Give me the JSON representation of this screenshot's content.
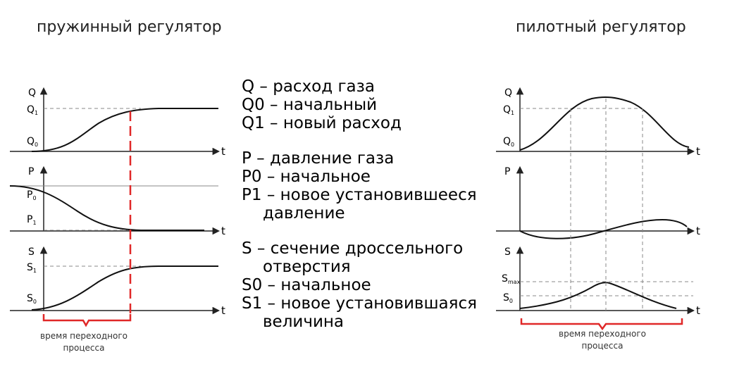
{
  "titles": {
    "left": "пружинный регулятор",
    "right": "пилотный регулятор"
  },
  "axes": {
    "Q": "Q",
    "P": "P",
    "S": "S",
    "t": "t",
    "Q1": "Q",
    "Q1_sub": "1",
    "Q0": "Q",
    "Q0_sub": "0",
    "P0": "P",
    "P0_sub": "0",
    "P1": "P",
    "P1_sub": "1",
    "S1": "S",
    "S1_sub": "1",
    "S0": "S",
    "S0_sub": "0",
    "Smax": "S",
    "Smax_sub": "max"
  },
  "legend": {
    "q": "Q – расход газа",
    "q0": "Q0 – начальный",
    "q1": "Q1 – новый расход",
    "p": "P – давление газа",
    "p0": "P0 – начальное",
    "p1": "P1 – новое установившееся",
    "p1_cont": "давление",
    "s": "S – сечение дроссельного",
    "s_cont": "отверстия",
    "s0": "S0 – начальное",
    "s1": "S1 – новое установившаяся",
    "s1_cont": "величина"
  },
  "captions": {
    "left_line1": "время переходного",
    "left_line2": "процесса",
    "right_line1": "время переходного",
    "right_line2": "процесса"
  },
  "colors": {
    "axis": "#222222",
    "curve": "#111111",
    "dashed": "#888888",
    "red": "#e02828"
  }
}
